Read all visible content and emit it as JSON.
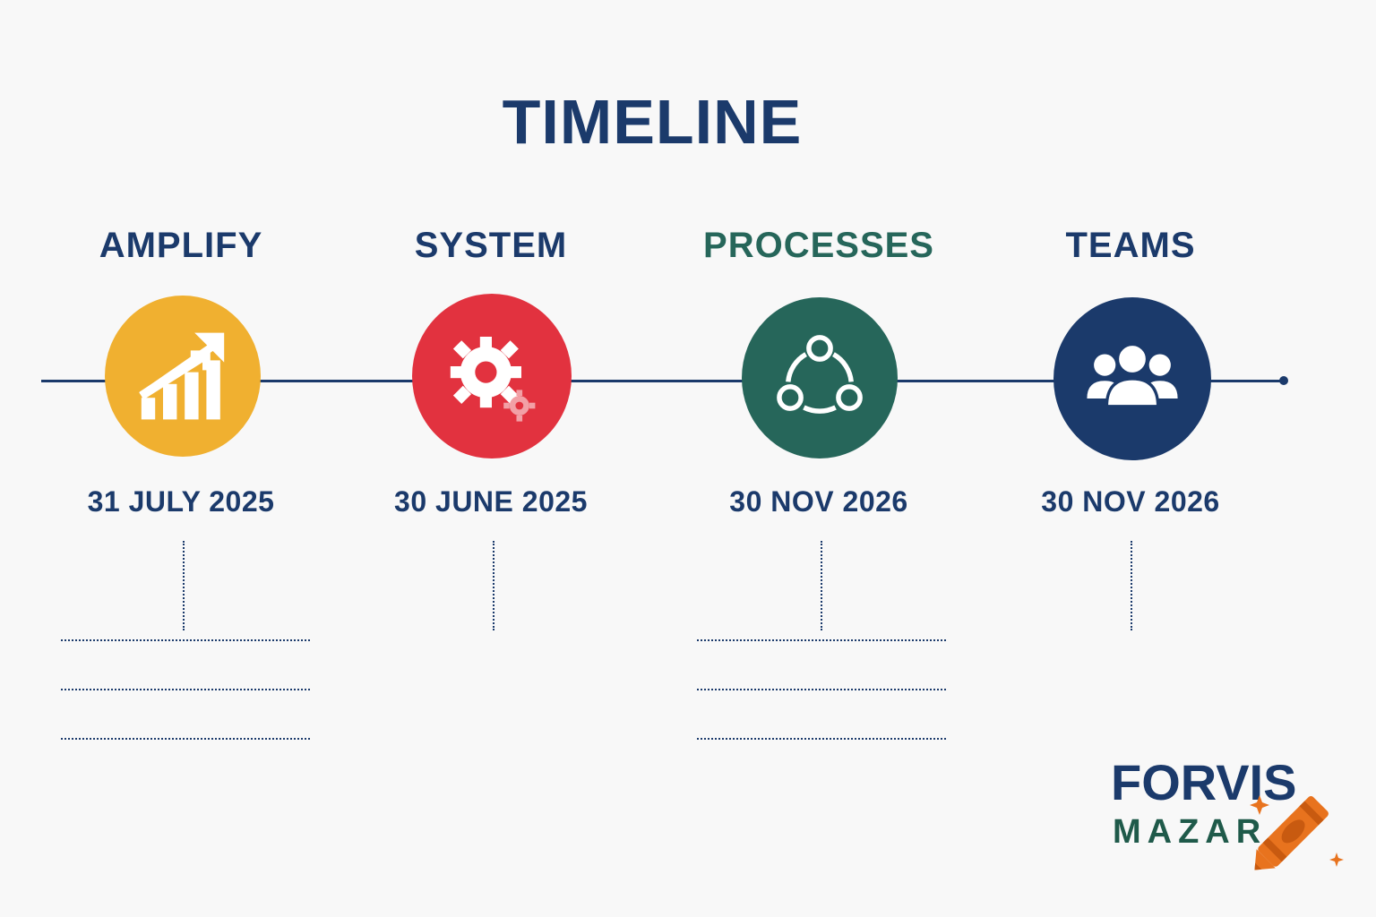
{
  "title": "TIMELINE",
  "milestones": [
    {
      "name": "AMPLIFY",
      "date": "31 JULY 2025",
      "icon": "growth-chart-icon",
      "color": "#f0b030",
      "name_color": "#1b3a6b"
    },
    {
      "name": "SYSTEM",
      "date": "30 JUNE 2025",
      "icon": "gears-icon",
      "color": "#e2323f",
      "name_color": "#1b3a6b"
    },
    {
      "name": "PROCESSES",
      "date": "30 NOV 2026",
      "icon": "cycle-nodes-icon",
      "color": "#26665a",
      "name_color": "#26665a"
    },
    {
      "name": "TEAMS",
      "date": "30 NOV 2026",
      "icon": "people-group-icon",
      "color": "#1b3a6b",
      "name_color": "#1b3a6b"
    }
  ],
  "logo": {
    "line1": "FORVIS",
    "line2": "MAZAR",
    "icon": "crayon-icon"
  },
  "colors": {
    "navy": "#1b3a6b",
    "green": "#26665a",
    "orange": "#e8731e"
  }
}
